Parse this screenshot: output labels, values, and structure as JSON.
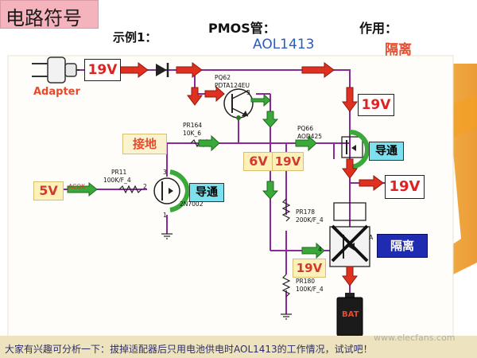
{
  "title": "电路符号",
  "example_label": "示例1：",
  "pmos_label": "PMOS管：",
  "part_label": "AOL1413",
  "function_label": "作用：",
  "function_value": "隔离",
  "adapter_label": "Adapter",
  "v19_labels": [
    "19V",
    "19V",
    "19V"
  ],
  "v19_box_mid": "19V",
  "v19_box_low": "19V",
  "v6": "6V",
  "v5": "5V",
  "ground_label": "接地",
  "conduct_label_1": "导通",
  "conduct_label_2": "导通",
  "isolate_label": "隔离",
  "components": {
    "pq62": "PQ62",
    "pq62_part": "PDTA124EU",
    "pr164": "PR164",
    "pr164_val": "10K_6",
    "pq66": "PQ66",
    "pq66_part": "AOD425",
    "pr11": "PR11",
    "pr11_val": "100K/F_4",
    "acok": "ACOK",
    "pr178": "PR178",
    "pr178_val": "200K/F_4",
    "pr180": "PR180",
    "pr180_val": "100K/F_4",
    "q_part": "2N7002",
    "bat": "BAT"
  },
  "pins": {
    "p3a": "3",
    "p2": "2",
    "p3b": "3",
    "p1": "1",
    "p4": "4",
    "pA": "A"
  },
  "footer_text": "大家有兴趣可分析一下：拔掉适配器后只用电池供电时AOL1413的工作情况，试试吧！",
  "watermark": "www.elecfans.com",
  "colors": {
    "wire": "#8a2a9a",
    "arrow_red": "#e03020",
    "arrow_green": "#3aa83a",
    "title_bg": "#f4b3bd",
    "footer_bg": "#ede4bf",
    "label_red": "#e84a2a",
    "label_blue": "#2a5bbf"
  }
}
